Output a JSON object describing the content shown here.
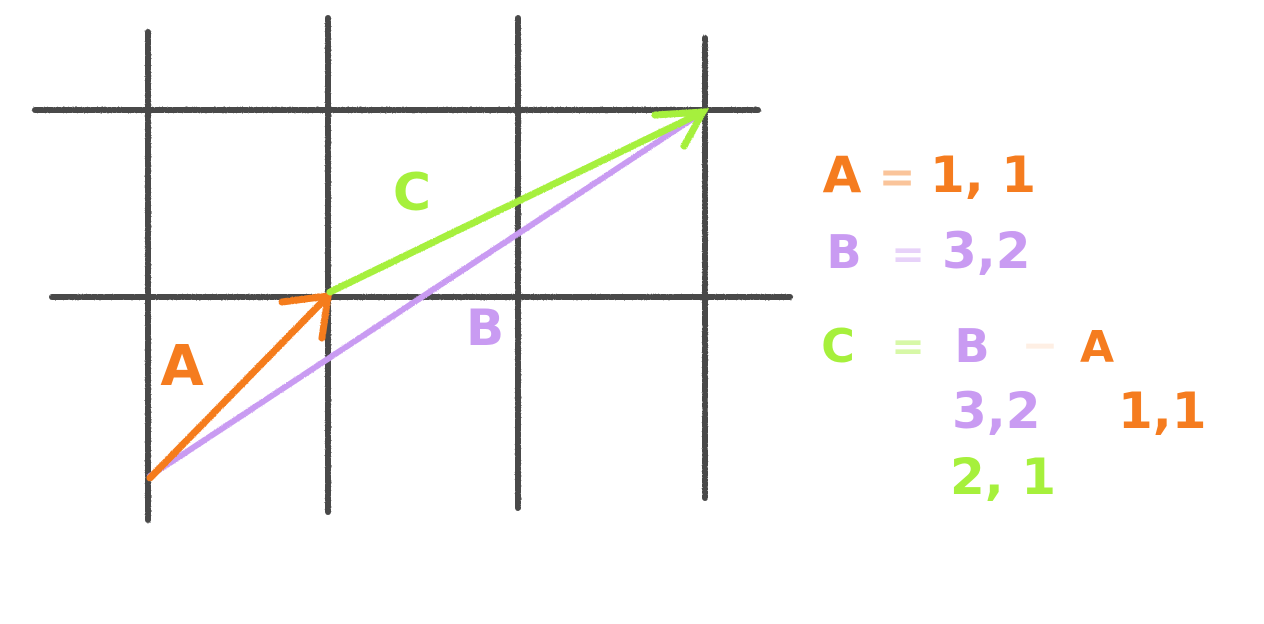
{
  "colors": {
    "grid": "#4a4a4a",
    "vector_a": "#f57c1f",
    "vector_b": "#c99bf2",
    "vector_c": "#a6f03c",
    "background": "#ffffff"
  },
  "vectors": {
    "a": {
      "label": "A",
      "x": 1,
      "y": 1
    },
    "b": {
      "label": "B",
      "x": 3,
      "y": 2
    },
    "c": {
      "label": "C",
      "x": 2,
      "y": 1
    }
  },
  "equations": {
    "line1": {
      "lhs": "A",
      "eq": "=",
      "rhs": "1, 1"
    },
    "line2": {
      "lhs": "B",
      "eq": "=",
      "rhs": "3,2"
    },
    "line3": {
      "lhs": "C",
      "eq": "=",
      "b": "B",
      "minus": "−",
      "a": "A"
    },
    "line4": {
      "b_val": "3,2",
      "a_val": "1,1"
    },
    "line5": {
      "result": "2, 1"
    }
  }
}
